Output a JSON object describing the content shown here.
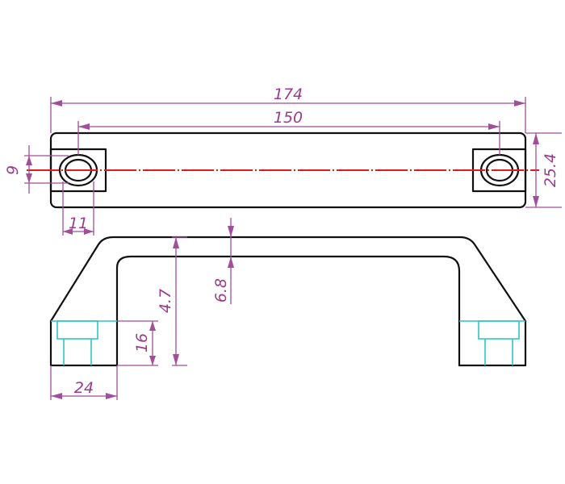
{
  "dimensions": {
    "overall_length": "174",
    "hole_spacing": "150",
    "hole_width": "9",
    "end_height": "25.4",
    "slot_length": "11",
    "thickness": "6.8",
    "height": "4.7",
    "thread_depth": "16",
    "foot_width": "24"
  },
  "colors": {
    "outline": "#111111",
    "dimension": "#a24e9c",
    "centerline": "#e01b1b",
    "thread": "#2ec4c9"
  }
}
